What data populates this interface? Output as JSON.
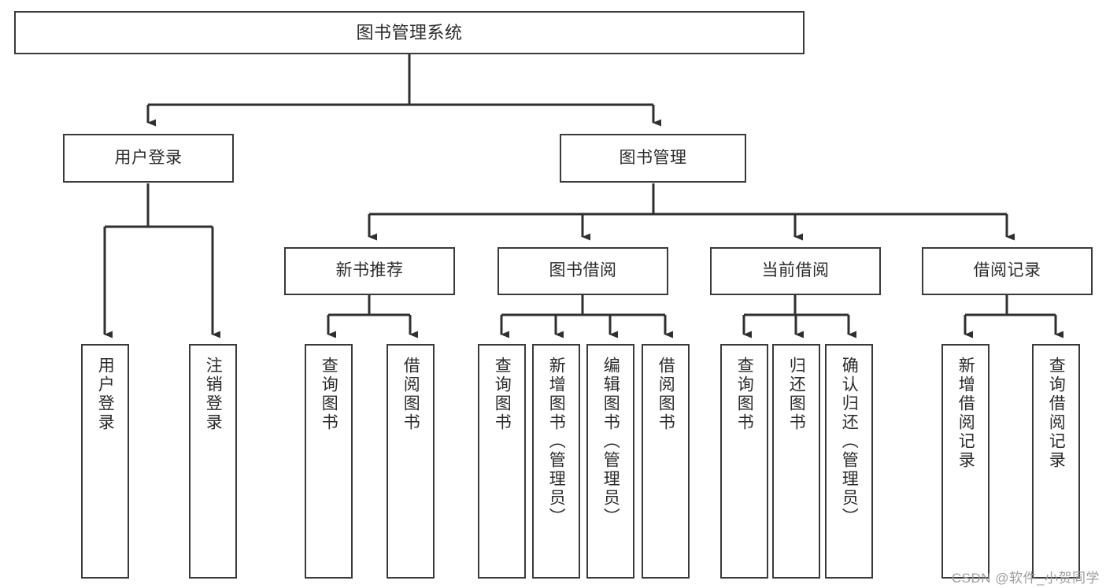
{
  "diagram": {
    "type": "tree-hierarchy",
    "title": "图书管理系统",
    "watermark": "CSDN @软件_小贺同学",
    "colors": {
      "box_border": "#3a3a3a",
      "box_fill": "#ffffff",
      "connector": "#2f2f2f",
      "text": "#2b2b2b",
      "watermark": "#9d9d9d"
    },
    "levels": {
      "level1": [
        {
          "id": "root",
          "label": "图书管理系统"
        }
      ],
      "level2": [
        {
          "id": "user-login",
          "label": "用户登录"
        },
        {
          "id": "book-manage",
          "label": "图书管理"
        }
      ],
      "level3": [
        {
          "id": "new-book-recommend",
          "label": "新书推荐"
        },
        {
          "id": "book-borrow",
          "label": "图书借阅"
        },
        {
          "id": "current-borrow",
          "label": "当前借阅"
        },
        {
          "id": "borrow-record",
          "label": "借阅记录"
        }
      ],
      "level4": [
        {
          "id": "leaf-user-login",
          "label": "用户登录",
          "parent": "user-login"
        },
        {
          "id": "leaf-logout-login",
          "label": "注销登录",
          "parent": "user-login"
        },
        {
          "id": "leaf-query-book-1",
          "label": "查询图书",
          "parent": "new-book-recommend"
        },
        {
          "id": "leaf-borrow-book-1",
          "label": "借阅图书",
          "parent": "new-book-recommend"
        },
        {
          "id": "leaf-query-book-2",
          "label": "查询图书",
          "parent": "book-borrow"
        },
        {
          "id": "leaf-add-book",
          "label": "新增图书（管理员）",
          "parent": "book-borrow"
        },
        {
          "id": "leaf-edit-book",
          "label": "编辑图书（管理员）",
          "parent": "book-borrow"
        },
        {
          "id": "leaf-borrow-book-2",
          "label": "借阅图书",
          "parent": "book-borrow"
        },
        {
          "id": "leaf-query-book-3",
          "label": "查询图书",
          "parent": "current-borrow"
        },
        {
          "id": "leaf-return-book",
          "label": "归还图书",
          "parent": "current-borrow"
        },
        {
          "id": "leaf-confirm-return",
          "label": "确认归还（管理员）",
          "parent": "current-borrow"
        },
        {
          "id": "leaf-add-record",
          "label": "新增借阅记录",
          "parent": "borrow-record"
        },
        {
          "id": "leaf-query-record",
          "label": "查询借阅记录",
          "parent": "borrow-record"
        }
      ]
    }
  }
}
